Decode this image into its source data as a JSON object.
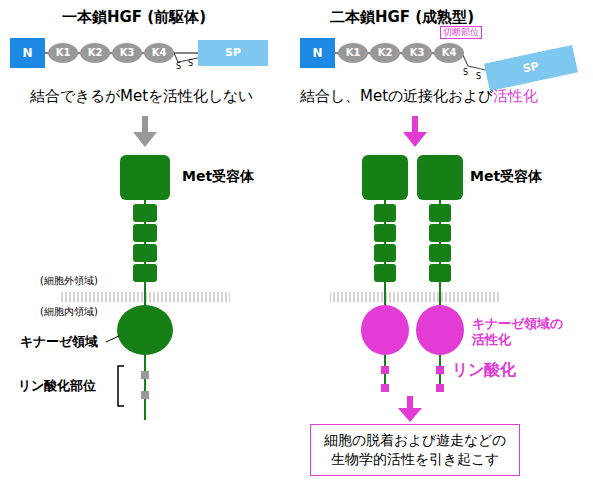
{
  "diagram": {
    "nodes": [
      {
        "text": [
          "N"
        ]
      },
      {
        "text": [
          "K1"
        ]
      },
      {
        "text": [
          "K2"
        ]
      },
      {
        "text": [
          "K3"
        ]
      },
      {
        "text": [
          "K4"
        ]
      },
      {
        "text": [
          "SP"
        ]
      },
      {
        "text": [
          "N"
        ]
      },
      {
        "text": [
          "K1"
        ]
      },
      {
        "text": [
          "K2"
        ]
      },
      {
        "text": [
          "K3"
        ]
      },
      {
        "text": [
          "K4"
        ]
      },
      {
        "text": [
          "SP"
        ]
      },
      {
        "text": [
          "細胞の脱着および遊走などの 生物学的活性を引き起こす"
        ]
      }
    ],
    "labels": [
      "一本鎖HGF (前駆体)",
      "二本鎖HGF (成熟型)",
      "S",
      "S",
      "S",
      "S",
      "切断部位",
      "結合できるがMetを活性化しない",
      "結合し、Metの近接化および",
      "活性化",
      "Met受容体",
      "Met受容体",
      "(細胞外領域)",
      "(細胞内領域)",
      "キナーゼ領域",
      "リン酸化部位",
      "キナーゼ領域の活性化",
      "リン酸化"
    ]
  }
}
